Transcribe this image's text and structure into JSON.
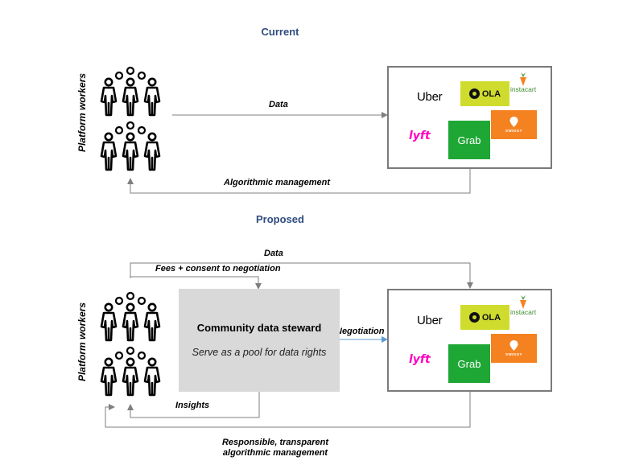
{
  "headings": {
    "current": "Current",
    "proposed": "Proposed"
  },
  "worker_label": "Platform workers",
  "current_section": {
    "data_label": "Data",
    "feedback_label": "Algorithmic management"
  },
  "proposed_section": {
    "data_label": "Data",
    "fees_label": "Fees + consent to negotiation",
    "negotiation_label": "Negotiation",
    "insights_label": "Insights",
    "feedback_label_line1": "Responsible, transparent",
    "feedback_label_line2": "algorithmic management",
    "steward_title": "Community data steward",
    "steward_subtitle": "Serve as a pool for data rights"
  },
  "platforms": {
    "uber": "Uber",
    "ola": "OLA",
    "instacart": "instacart",
    "lyft": "lyft",
    "grab": "Grab",
    "swiggy": "SWIGGY"
  },
  "colors": {
    "heading": "#2E4C7D",
    "arrow_gray": "#7f7f7f",
    "arrow_blue": "#5B9BD5",
    "steward_fill": "#d9d9d9",
    "ola": "#CFDC2E",
    "grab": "#1FA735",
    "swiggy": "#F58220",
    "lyft": "#FF00BF",
    "instacart": "#3E8E2F"
  },
  "icons": {
    "workers": "people-group-icon",
    "instacart": "carrot-icon",
    "swiggy": "location-pin-icon",
    "ola": "ola-circle-icon"
  }
}
